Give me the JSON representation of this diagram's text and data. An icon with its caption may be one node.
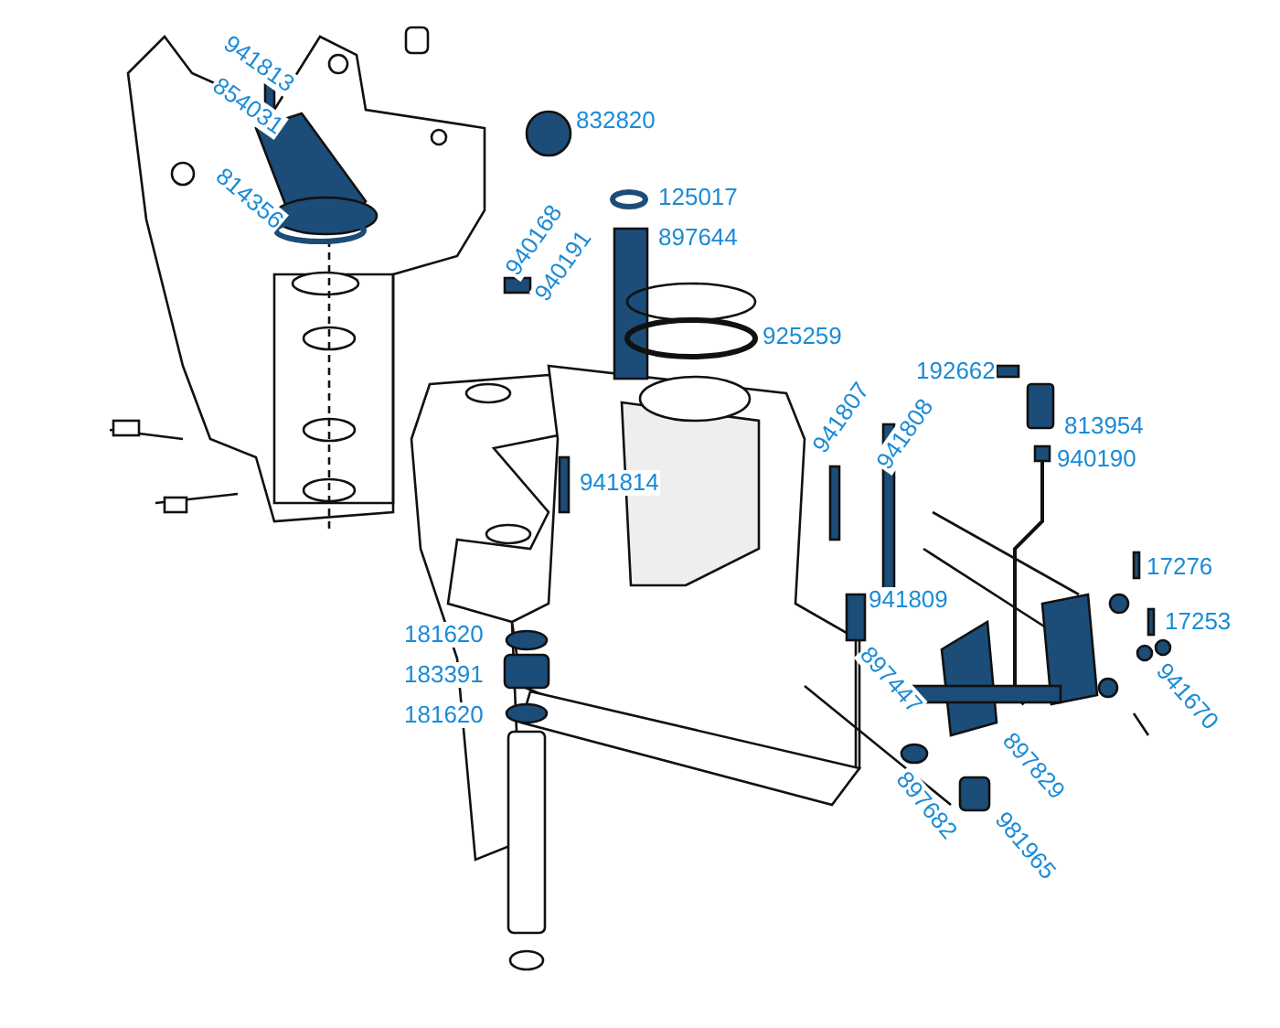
{
  "diagram": {
    "labels": [
      "941813",
      "854031",
      "832820",
      "814356",
      "125017",
      "897644",
      "940168",
      "940191",
      "925259",
      "192662",
      "941807",
      "941808",
      "813954",
      "940190",
      "941814",
      "17276",
      "941809",
      "181620",
      "17253",
      "183391",
      "897447",
      "941670",
      "181620",
      "897829",
      "897682",
      "981965"
    ]
  }
}
